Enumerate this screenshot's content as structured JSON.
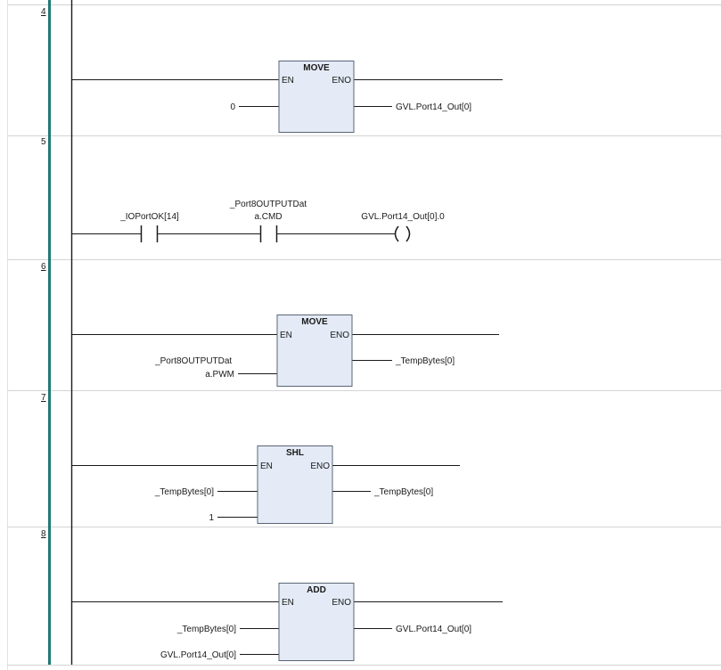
{
  "rungs": [
    {
      "number": "4",
      "underline": true,
      "block": {
        "name": "MOVE",
        "en": "EN",
        "eno": "ENO",
        "inputs": [
          "0"
        ],
        "outputs": [
          "GVL.Port14_Out[0]"
        ]
      }
    },
    {
      "number": "5",
      "underline": false,
      "contacts": [
        {
          "label_lines": [
            "_IOPortOK[14]"
          ]
        },
        {
          "label_lines": [
            "_Port8OUTPUTDat",
            "a.CMD"
          ]
        }
      ],
      "coil": {
        "label": "GVL.Port14_Out[0].0"
      }
    },
    {
      "number": "6",
      "underline": true,
      "block": {
        "name": "MOVE",
        "en": "EN",
        "eno": "ENO",
        "inputs": [
          "_Port8OUTPUTDat\na.PWM"
        ],
        "outputs": [
          "_TempBytes[0]"
        ]
      }
    },
    {
      "number": "7",
      "underline": true,
      "block": {
        "name": "SHL",
        "en": "EN",
        "eno": "ENO",
        "inputs": [
          "_TempBytes[0]",
          "1"
        ],
        "outputs": [
          "_TempBytes[0]"
        ]
      }
    },
    {
      "number": "8",
      "underline": true,
      "block": {
        "name": "ADD",
        "en": "EN",
        "eno": "ENO",
        "inputs": [
          "_TempBytes[0]",
          "GVL.Port14_Out[0]"
        ],
        "outputs": [
          "GVL.Port14_Out[0]"
        ]
      }
    }
  ],
  "colors": {
    "rail": "#1a1a1a",
    "gutter_bar": "#1f7a72",
    "block_fill": "#e4ebf6",
    "block_stroke": "#5a6575",
    "separator": "#d4d4d4",
    "line": "#1a1a1a"
  }
}
